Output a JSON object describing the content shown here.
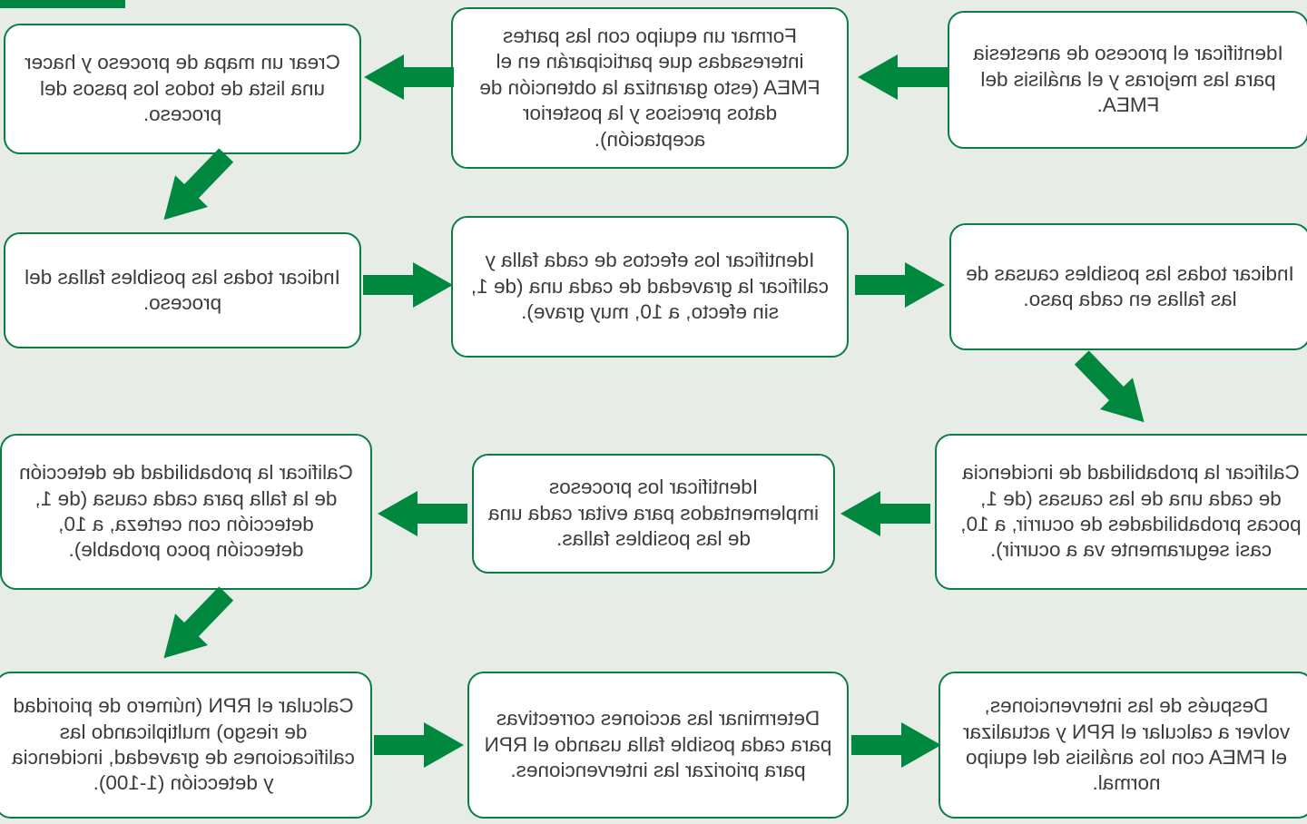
{
  "figure": {
    "type": "flowchart",
    "orientation_note": "horizontally mirrored image",
    "title": ""
  },
  "steps": [
    {
      "text": "Identificar el proceso de anestesia para las mejoras y el análisis del FMEA."
    },
    {
      "text": "Formar un equipo con las partes interesadas que participarán en el FMEA (esto garantiza la obtención de datos precisos y la posterior aceptación)."
    },
    {
      "text": "Crear un mapa de proceso y hacer una lista de todos los pasos del proceso."
    },
    {
      "text": "Indicar todas las posibles fallas del proceso."
    },
    {
      "text": "Identificar los efectos de cada falla y calificar la gravedad de cada una (de 1, sin efecto, a 10, muy grave)."
    },
    {
      "text": "Indicar todas las posibles causas de las fallas en cada paso."
    },
    {
      "text": "Calificar la probabilidad de incidencia de cada una de las causas (de 1, pocas probabilidades de ocurrir, a 10, casi seguramente va a ocurrir)."
    },
    {
      "text": "Identificar los procesos implementados para evitar cada una de las posibles fallas."
    },
    {
      "text": "Calificar la probabilidad de detección de la falla para cada causa (de 1, detección con certeza, a 10, detección poco probable)."
    },
    {
      "text": "Calcular el RPN (número de prioridad de riesgo) multiplicando las calificaciones de gravedad, incidencia y detección (1-100)."
    },
    {
      "text": "Determinar las acciones correctivas para cada posible falla usando el RPN para priorizar las intervenciones."
    },
    {
      "text": "Después de las intervenciones, volver a calcular el RPN y actualizar el FMEA con los análisis del equipo normal."
    }
  ],
  "colors": {
    "bg": "#e7ece7",
    "box-border": "#0b7d45",
    "arrow": "#00883f",
    "text": "#3c3c3c"
  }
}
